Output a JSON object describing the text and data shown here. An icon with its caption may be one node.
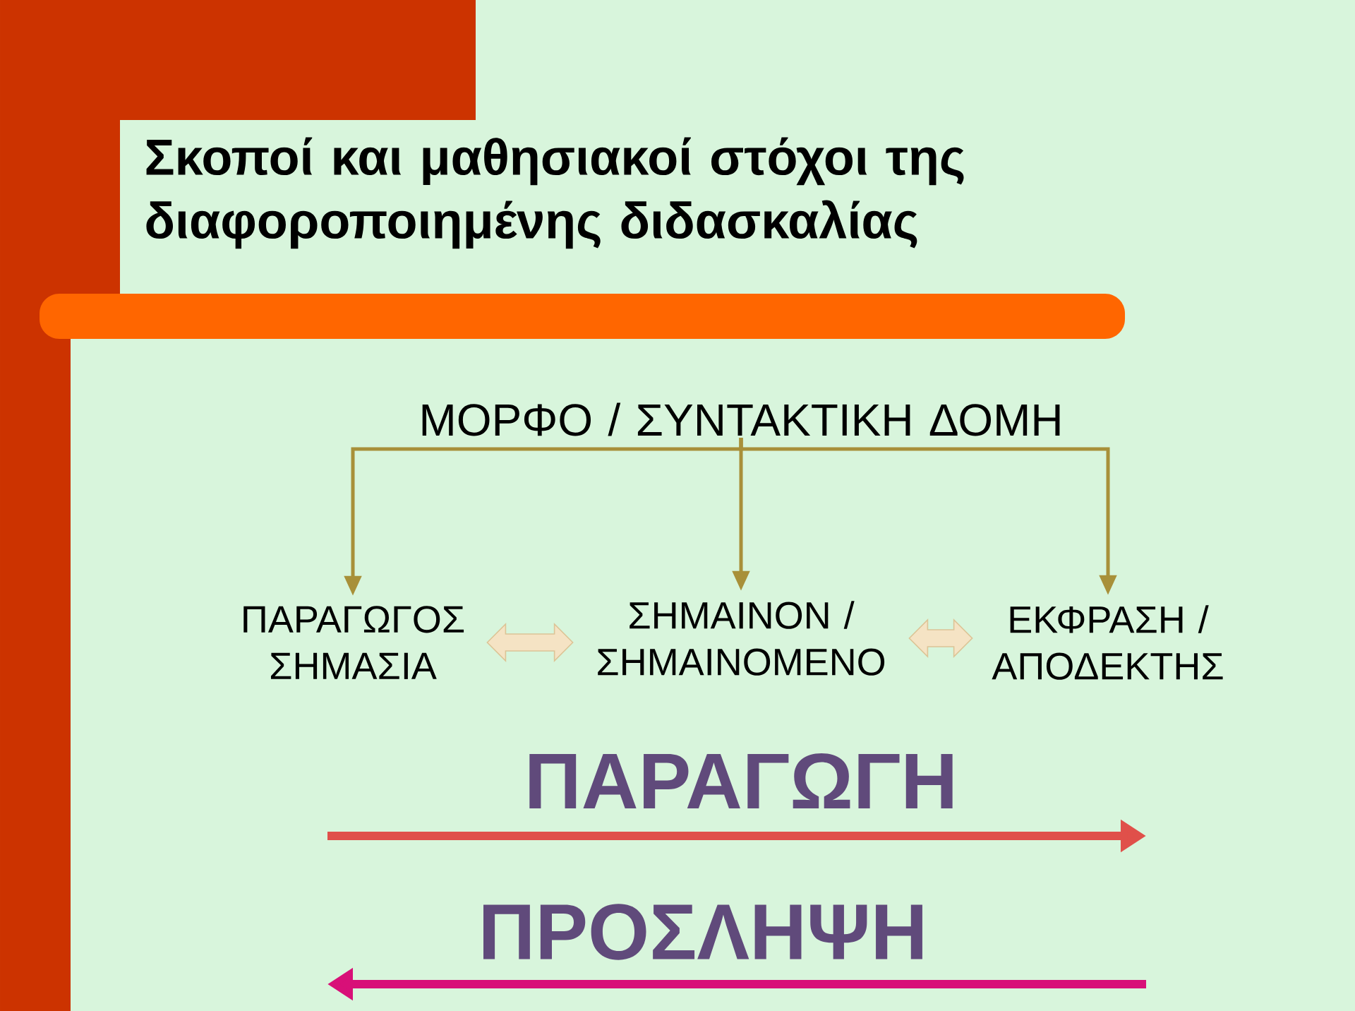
{
  "diagram": {
    "title": "Σκοποί και μαθησιακοί στόχοι της διαφοροποιημένης διδασκαλίας",
    "nodes": [
      {
        "text": [
          "ΜΟΡΦΟ / ΣΥΝΤΑΚΤΙΚΗ ΔΟΜΗ"
        ]
      },
      {
        "text": [
          "ΠΑΡΑΓΩΓΟΣ ΣΗΜΑΣΙΑ"
        ]
      },
      {
        "text": [
          "ΣΗΜΑΙΝΟΝ / ΣΗΜΑΙΝΟΜΕΝΟ"
        ]
      },
      {
        "text": [
          "ΕΚΦΡΑΣΗ / ΑΠΟΔΕΚΤΗΣ"
        ]
      }
    ],
    "edges": [
      {
        "from": 0,
        "to": 1,
        "arrow": "to"
      },
      {
        "from": 0,
        "to": 2,
        "arrow": "to"
      },
      {
        "from": 0,
        "to": 3,
        "arrow": "to"
      },
      {
        "from": 1,
        "to": 2,
        "arrow": "both",
        "style": "thick",
        "color": "#f5e3c4"
      },
      {
        "from": 2,
        "to": 3,
        "arrow": "both",
        "style": "thick",
        "color": "#f5e3c4"
      }
    ],
    "labels": [
      "ΠΑΡΑΓΩΓΗ",
      "ΠΡΟΣΛΗΨΗ"
    ]
  }
}
